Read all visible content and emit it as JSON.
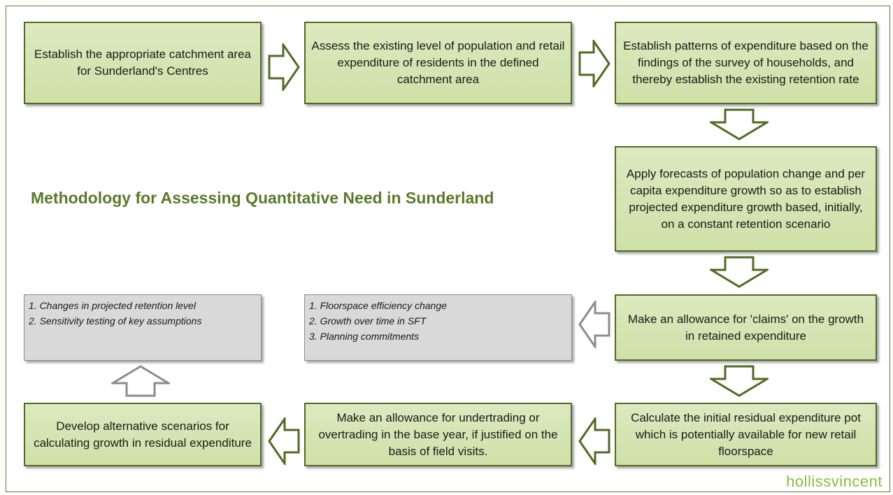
{
  "title": "Methodology for Assessing Quantitative Need in Sunderland",
  "logo": "hollissvincent",
  "steps": [
    "Establish the appropriate catchment area for Sunderland's Centres",
    "Assess the existing level of population and retail expenditure of residents in the defined catchment area",
    "Establish patterns of expenditure based on the findings of the survey of households, and thereby establish the existing retention rate",
    "Apply forecasts of population change and per capita expenditure growth so as to establish projected expenditure growth based, initially, on a constant retention scenario",
    "Make an allowance for 'claims' on the growth in retained expenditure",
    "Calculate the initial residual expenditure pot which is potentially available for new retail floorspace",
    "Make an allowance for undertrading or overtrading in the base year, if justified on the basis of field visits.",
    "Develop alternative scenarios for calculating growth in residual expenditure"
  ],
  "claims_notes": [
    "1. Floorspace efficiency change",
    "2. Growth over time in SFT",
    "3. Planning commitments"
  ],
  "scenario_notes": [
    "1. Changes in projected retention level",
    "2. Sensitivity testing of key assumptions"
  ],
  "colors": {
    "box_fill": "#d7e4b7",
    "box_border": "#4f6b24",
    "grey_fill": "#d9d9d9",
    "grey_border": "#8c8c8c",
    "title": "#5a7a2b",
    "logo": "#8dbb3d"
  }
}
